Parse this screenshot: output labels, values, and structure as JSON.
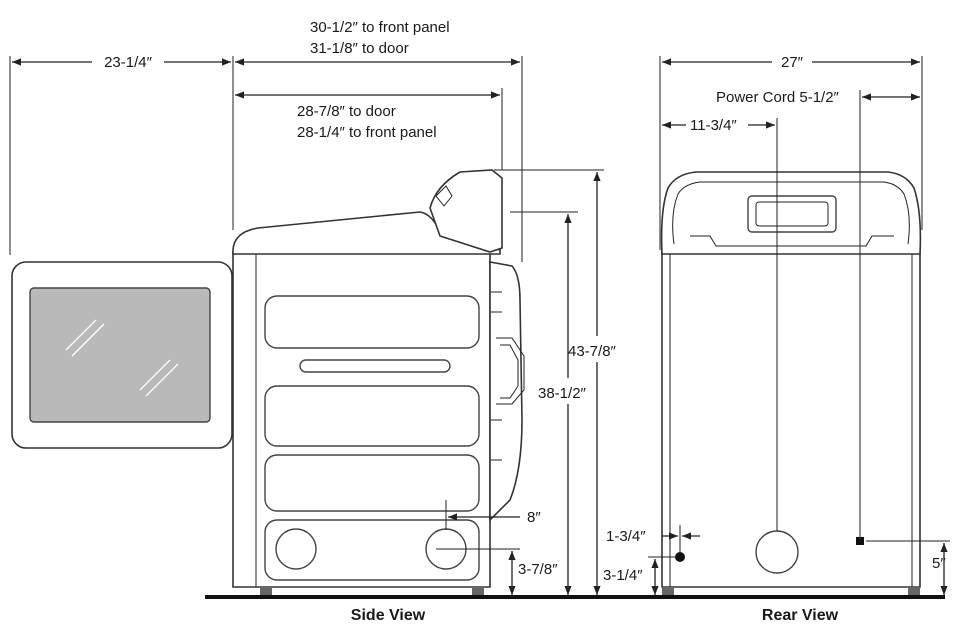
{
  "side_view": {
    "label": "Side View",
    "door_open_depth": "23-1/4″",
    "depth_front_panel_top_1": "30-1/2″ to front panel",
    "depth_door_top_2": "31-1/8″ to door",
    "depth_door_1": "28-7/8″ to door",
    "depth_front_panel_2": "28-1/4″ to front panel",
    "height_total": "43-7/8″",
    "height_top": "38-1/2″",
    "drain_offset": "8″",
    "drain_height": "3-7/8″"
  },
  "rear_view": {
    "label": "Rear View",
    "width": "27″",
    "power_cord": "Power Cord 5-1/2″",
    "center_offset": "11-3/4″",
    "inlet_offset": "1-3/4″",
    "inlet_height": "3-1/4″",
    "cord_height": "5″"
  }
}
